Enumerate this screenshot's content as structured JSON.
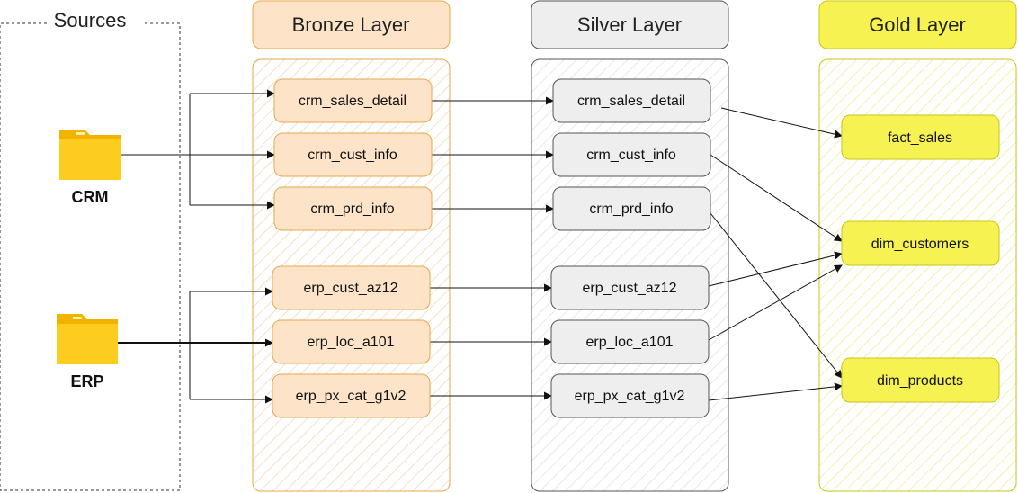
{
  "sources": {
    "title": "Sources",
    "crm_label": "CRM",
    "erp_label": "ERP"
  },
  "layers": {
    "bronze": {
      "title": "Bronze Layer",
      "fill": "#fde3c8",
      "stroke": "#e3a84c"
    },
    "silver": {
      "title": "Silver Layer",
      "fill": "#eeeeee",
      "stroke": "#555555"
    },
    "gold": {
      "title": "Gold Layer",
      "fill": "#f5f252",
      "stroke": "#c9c51a"
    }
  },
  "bronze_tables": [
    "crm_sales_detail",
    "crm_cust_info",
    "crm_prd_info",
    "erp_cust_az12",
    "erp_loc_a101",
    "erp_px_cat_g1v2"
  ],
  "silver_tables": [
    "crm_sales_detail",
    "crm_cust_info",
    "crm_prd_info",
    "erp_cust_az12",
    "erp_loc_a101",
    "erp_px_cat_g1v2"
  ],
  "gold_tables": [
    "fact_sales",
    "dim_customers",
    "dim_products"
  ],
  "icons": {
    "folder": "folder-icon",
    "folder_color": "#f9c412"
  }
}
